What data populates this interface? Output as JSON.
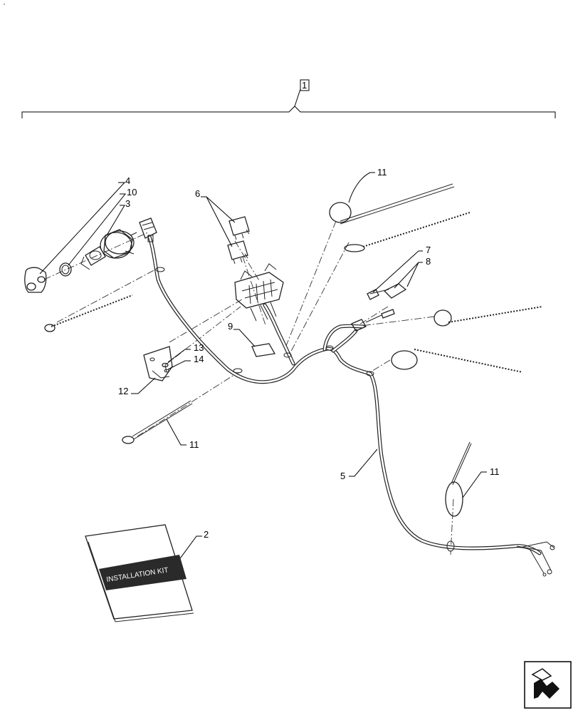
{
  "diagram": {
    "assembly_callout": "1",
    "book_label": "INSTALLATION KIT",
    "callouts": {
      "installation_kit": "2",
      "ignition_switch": "3",
      "switch_bezel": "4",
      "harness": "5",
      "relays": "6",
      "connector_a": "7",
      "connector_b": "8",
      "pad": "9",
      "ring": "10",
      "tie_top": "11",
      "tie_left": "11",
      "tie_right": "11",
      "bracket": "12",
      "screw": "13",
      "washer": "14"
    },
    "nav_icon": "navigation-arrow-icon"
  }
}
